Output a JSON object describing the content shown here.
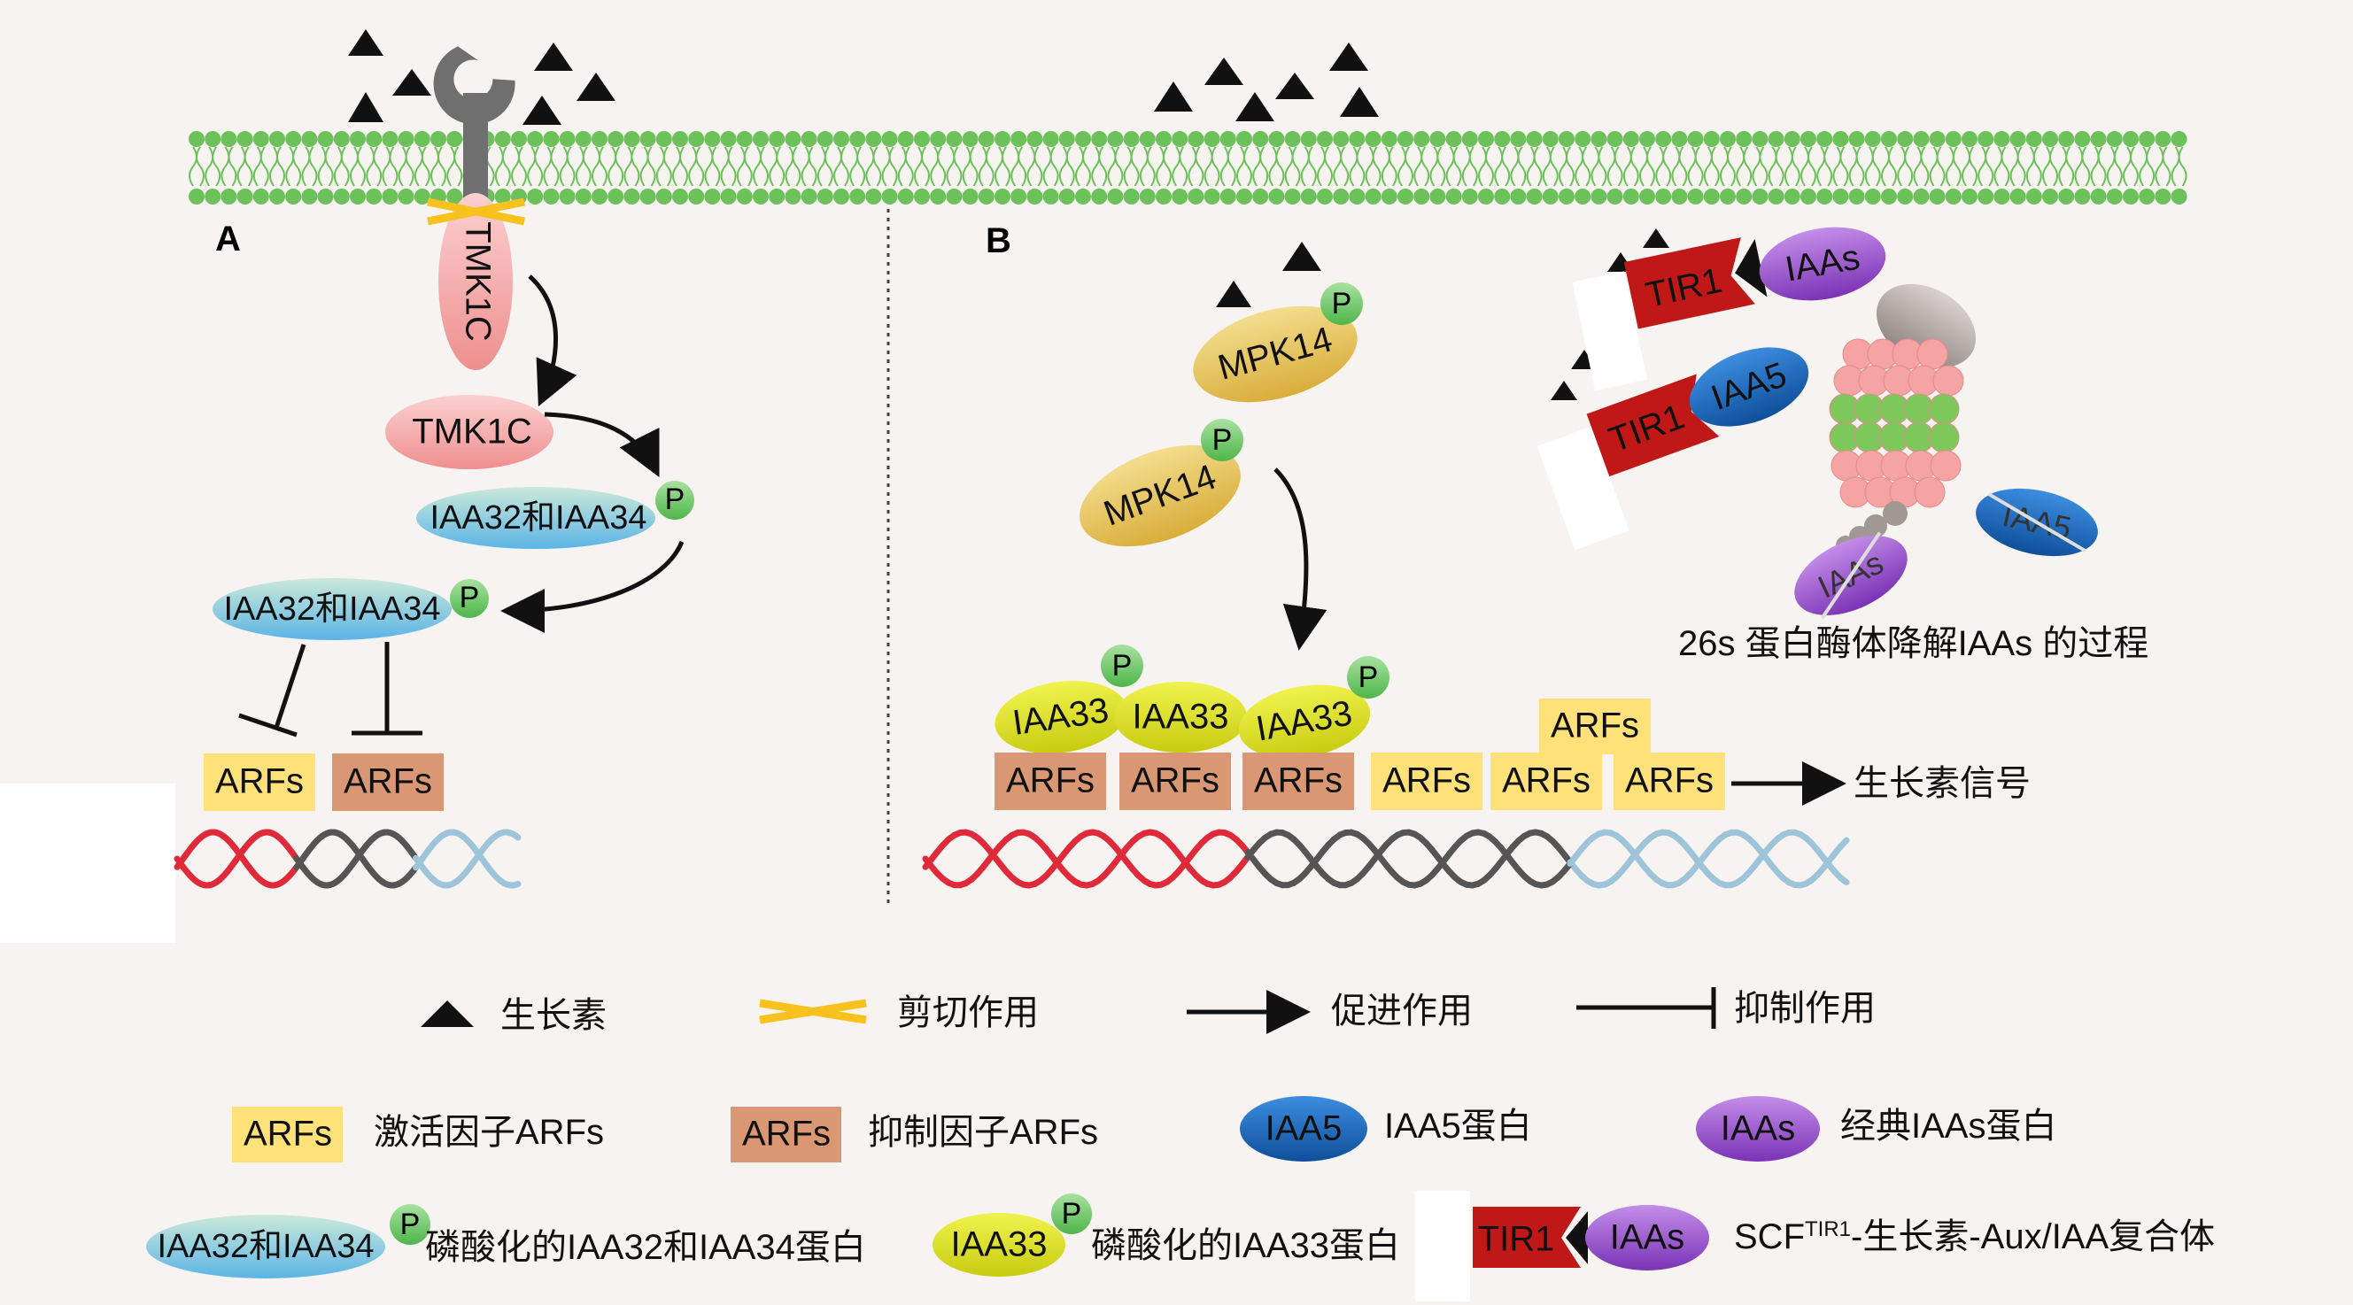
{
  "panel_labels": {
    "a": "A",
    "b": "B"
  },
  "panel_a": {
    "tmk1c_membrane": "TMK1C",
    "tmk1c_free": "TMK1C",
    "iaa_complex_upper": "IAA32和IAA34",
    "iaa_complex_lower": "IAA32和IAA34",
    "arfs_activator": "ARFs",
    "arfs_repressor": "ARFs"
  },
  "panel_b": {
    "mpk14_upper": "MPK14",
    "mpk14_lower": "MPK14",
    "iaa33_labels": [
      "IAA33",
      "IAA33",
      "IAA33"
    ],
    "arfs_repressor_labels": [
      "ARFs",
      "ARFs",
      "ARFs"
    ],
    "arfs_activator_labels": [
      "ARFs",
      "ARFs",
      "ARFs",
      "ARFs"
    ],
    "auxin_signal": "生长素信号",
    "tir1_upper": "TIR1",
    "iaas_upper": "IAAs",
    "tir1_lower": "TIR1",
    "iaa5": "IAA5",
    "degraded_iaas": "IAAs",
    "degraded_iaa5": "IAA5",
    "proteasome_caption": "26s 蛋白酶体降解IAAs 的过程"
  },
  "phospho": "P",
  "legend": {
    "auxin": "生长素",
    "cleavage": "剪切作用",
    "promotion": "促进作用",
    "inhibition": "抑制作用",
    "arfs_activator_box": "ARFs",
    "arfs_activator_desc": "激活因子ARFs",
    "arfs_repressor_box": "ARFs",
    "arfs_repressor_desc": "抑制因子ARFs",
    "iaa5_icon": "IAA5",
    "iaa5_desc": "IAA5蛋白",
    "iaas_icon": "IAAs",
    "iaas_desc": "经典IAAs蛋白",
    "iaa32_icon": "IAA32和IAA34",
    "iaa32_desc": "磷酸化的IAA32和IAA34蛋白",
    "iaa33_icon": "IAA33",
    "iaa33_desc": "磷酸化的IAA33蛋白",
    "scf_tir1": "TIR1",
    "scf_iaas": "IAAs",
    "scf_desc_pre": "SCF",
    "scf_desc_sup": "TIR1",
    "scf_desc_post": "-生长素-Aux/IAA复合体"
  },
  "colors": {
    "membrane": "#6cc15a",
    "activator_box": "#ffe17a",
    "repressor_box": "#d99873",
    "tmk1c": "#f4a2a2",
    "iaa32": "#7fc3e4",
    "mpk14": "#e8c552",
    "iaa33": "#e2e61f",
    "phospho": "#7fd07b",
    "tir1": "#c01717",
    "iaas": "#9a55d0",
    "iaa5": "#1c6fc0"
  }
}
